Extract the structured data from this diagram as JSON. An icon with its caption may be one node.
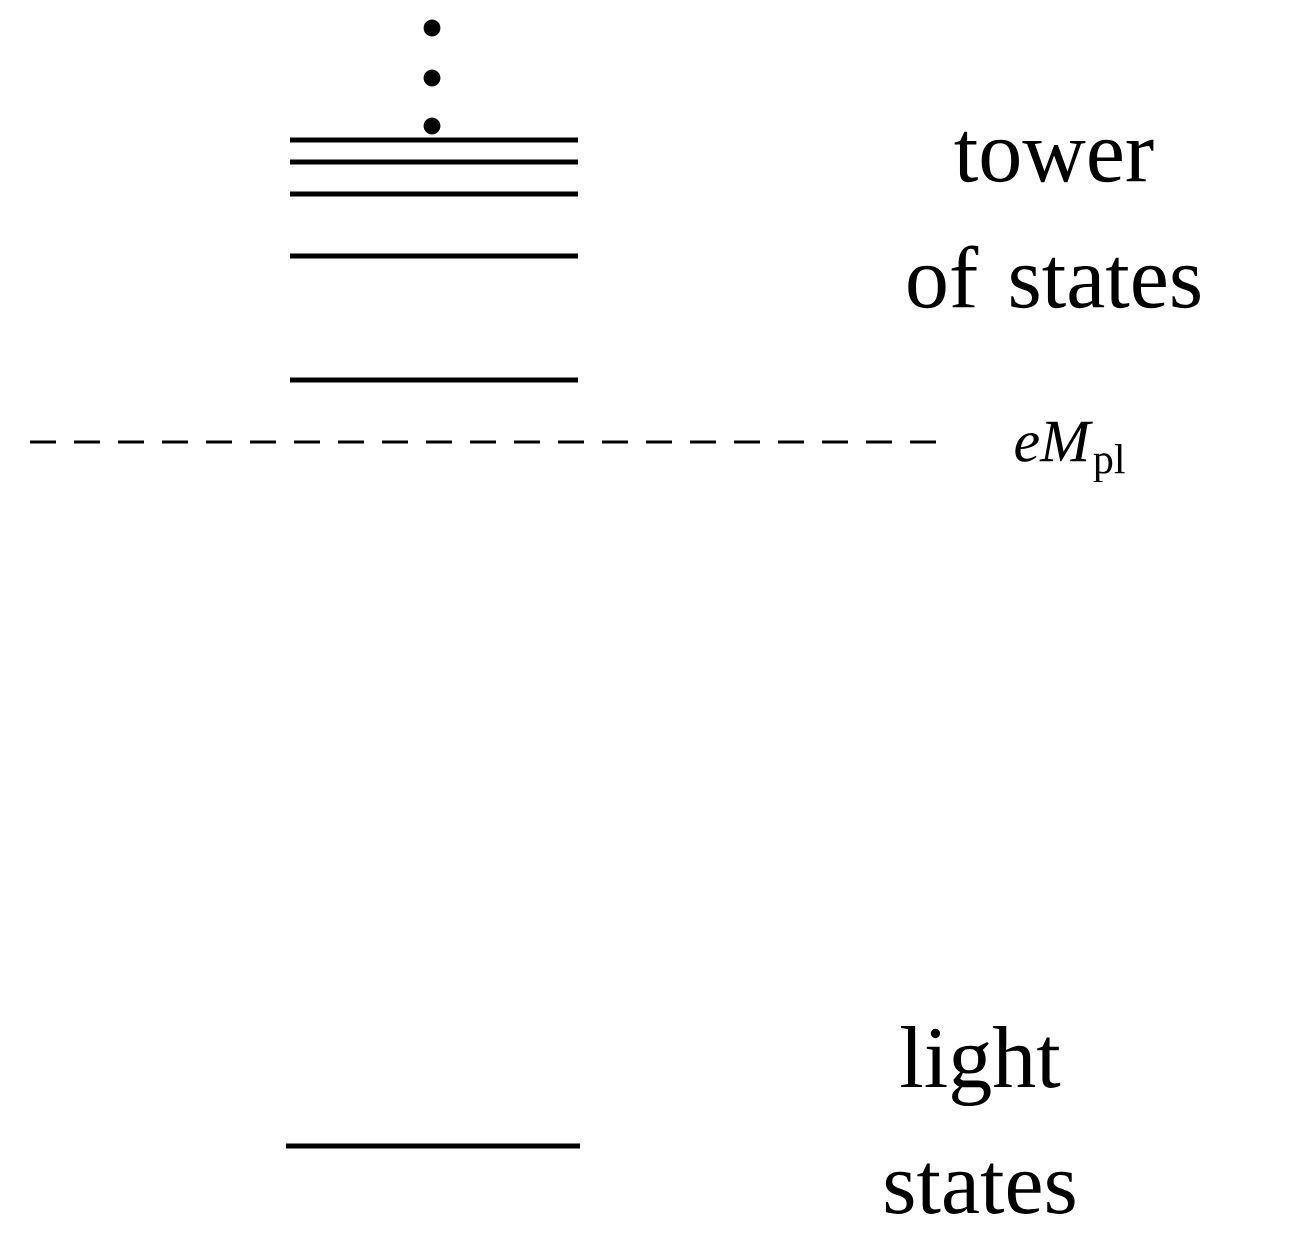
{
  "diagram": {
    "labels": [
      "tower of states",
      "*eM*$_{pl}$",
      "light states"
    ]
  }
}
